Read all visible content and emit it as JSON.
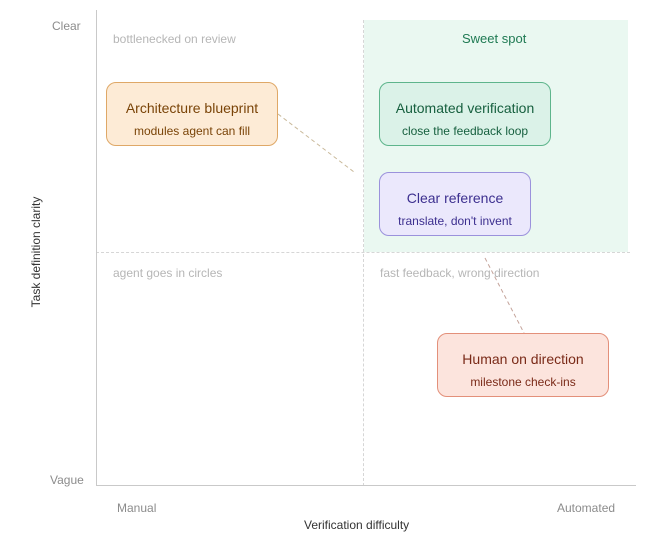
{
  "axes": {
    "y_label": "Task definition clarity",
    "y_top": "Clear",
    "y_bottom": "Vague",
    "x_label": "Verification difficulty",
    "x_left": "Manual",
    "x_right": "Automated"
  },
  "quadrants": {
    "top_left": "bottlenecked on review",
    "bottom_left": "agent goes in circles",
    "bottom_right": "fast feedback, wrong direction",
    "top_right": "Sweet spot"
  },
  "cards": {
    "architecture": {
      "title": "Architecture blueprint",
      "subtitle": "modules agent can fill"
    },
    "automated": {
      "title": "Automated verification",
      "subtitle": "close the feedback loop"
    },
    "reference": {
      "title": "Clear reference",
      "subtitle": "translate, don't invent"
    },
    "human": {
      "title": "Human on direction",
      "subtitle": "milestone check-ins"
    }
  },
  "colors": {
    "sweet_spot_fill": "#eaf8f1",
    "architecture": "#fdebd6",
    "automated": "#dbf2e8",
    "reference": "#ebe8fc",
    "human": "#fce4dd"
  }
}
